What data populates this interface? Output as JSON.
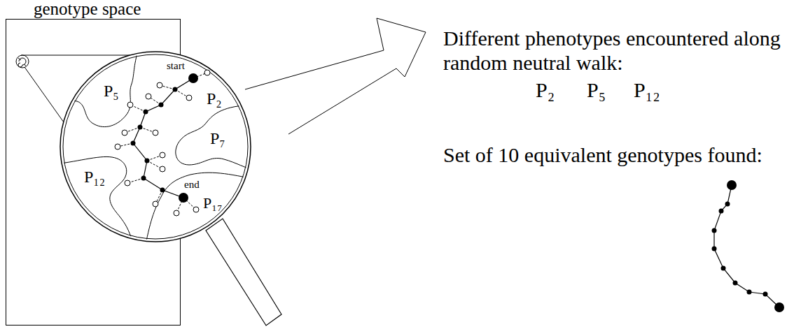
{
  "diagram": {
    "nodes": [
      {
        "text": [
          "genotype space"
        ]
      }
    ],
    "labels": [
      "start",
      "P₅",
      "P₂",
      "P₇",
      "P₁₂",
      "end",
      "P₁₇",
      "Different phenotypes encountered along random neutral walk:",
      "P₂",
      "P₅",
      "P₁₂",
      "Set of 10 equivalent genotypes found:"
    ]
  }
}
